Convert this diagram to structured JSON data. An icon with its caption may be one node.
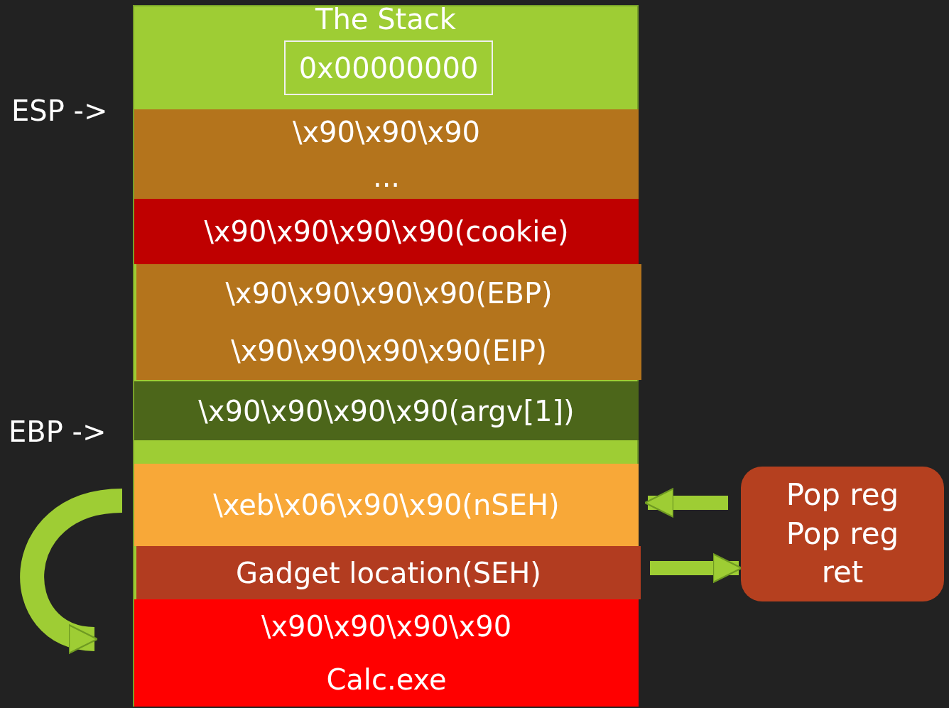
{
  "diagram": {
    "nodes": [
      {
        "text": [
          "The Stack"
        ]
      },
      {
        "text": [
          "0x00000000"
        ],
        "in": 0
      },
      {
        "text": [
          "\\x90\\x90\\x90",
          "..."
        ],
        "in": 0
      },
      {
        "text": [
          "\\x90\\x90\\x90\\x90(cookie)"
        ],
        "in": 0
      },
      {
        "text": [
          "\\x90\\x90\\x90\\x90(EBP)",
          "\\x90\\x90\\x90\\x90(EIP)"
        ],
        "in": 0
      },
      {
        "text": [
          "\\x90\\x90\\x90\\x90(argv[1])"
        ],
        "in": 0
      },
      {
        "text": [
          "\\xeb\\x06\\x90\\x90(nSEH)"
        ],
        "in": 0
      },
      {
        "text": [
          "Gadget location(SEH)"
        ],
        "in": 0
      },
      {
        "text": [
          "\\x90\\x90\\x90\\x90",
          "Calc.exe"
        ],
        "in": 0
      },
      {
        "text": [
          "Pop reg",
          "Pop reg",
          "ret"
        ]
      }
    ],
    "edges": [
      {
        "from": 9,
        "to": 6,
        "arrow": "to"
      },
      {
        "from": 7,
        "to": 9,
        "arrow": "to"
      },
      {
        "from": 6,
        "to": 8,
        "arrow": "to"
      }
    ],
    "labels": [
      "ESP ->",
      "EBP ->"
    ]
  }
}
